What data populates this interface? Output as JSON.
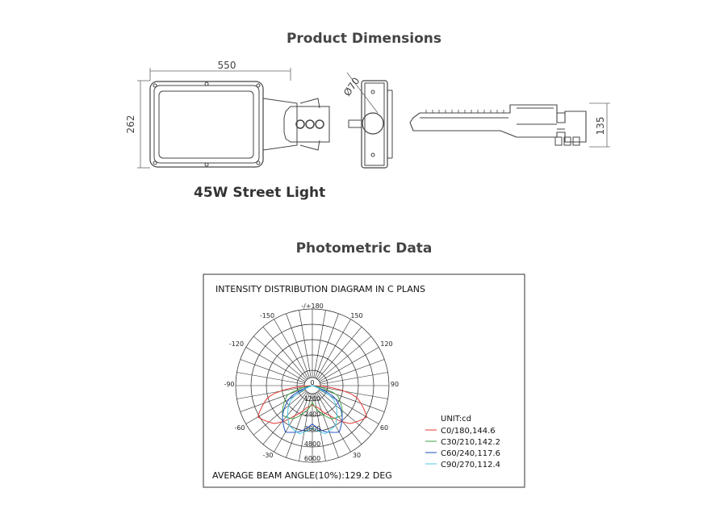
{
  "product_dimensions": {
    "title": "Product Dimensions",
    "product_name": "45W Street Light",
    "dim_width": "550",
    "dim_height": "262",
    "dim_pole": "Ø70",
    "dim_depth": "135"
  },
  "photometric": {
    "title": "Photometric Data",
    "diagram_title": "INTENSITY DISTRIBUTION DIAGRAM IN C PLANS",
    "angle_labels": {
      "top": "-/+180",
      "n150": "-150",
      "p150": "150",
      "n120": "-120",
      "p120": "120",
      "n90": "-90",
      "p90": "90",
      "n60": "-60",
      "p60": "60",
      "n30": "-30",
      "p30": "30",
      "center": "0"
    },
    "radial_labels": [
      "1200",
      "2400",
      "3600",
      "4800",
      "6000"
    ],
    "unit_label": "UNIT:cd",
    "legend": [
      {
        "label": "C0/180,144.6",
        "color": "#e53935"
      },
      {
        "label": "C30/210,142.2",
        "color": "#43a047"
      },
      {
        "label": "C60/240,117.6",
        "color": "#1e4fc2"
      },
      {
        "label": "C90/270,112.4",
        "color": "#4dc9e6"
      }
    ],
    "beam_angle": "AVERAGE BEAM ANGLE(10%):129.2 DEG"
  }
}
